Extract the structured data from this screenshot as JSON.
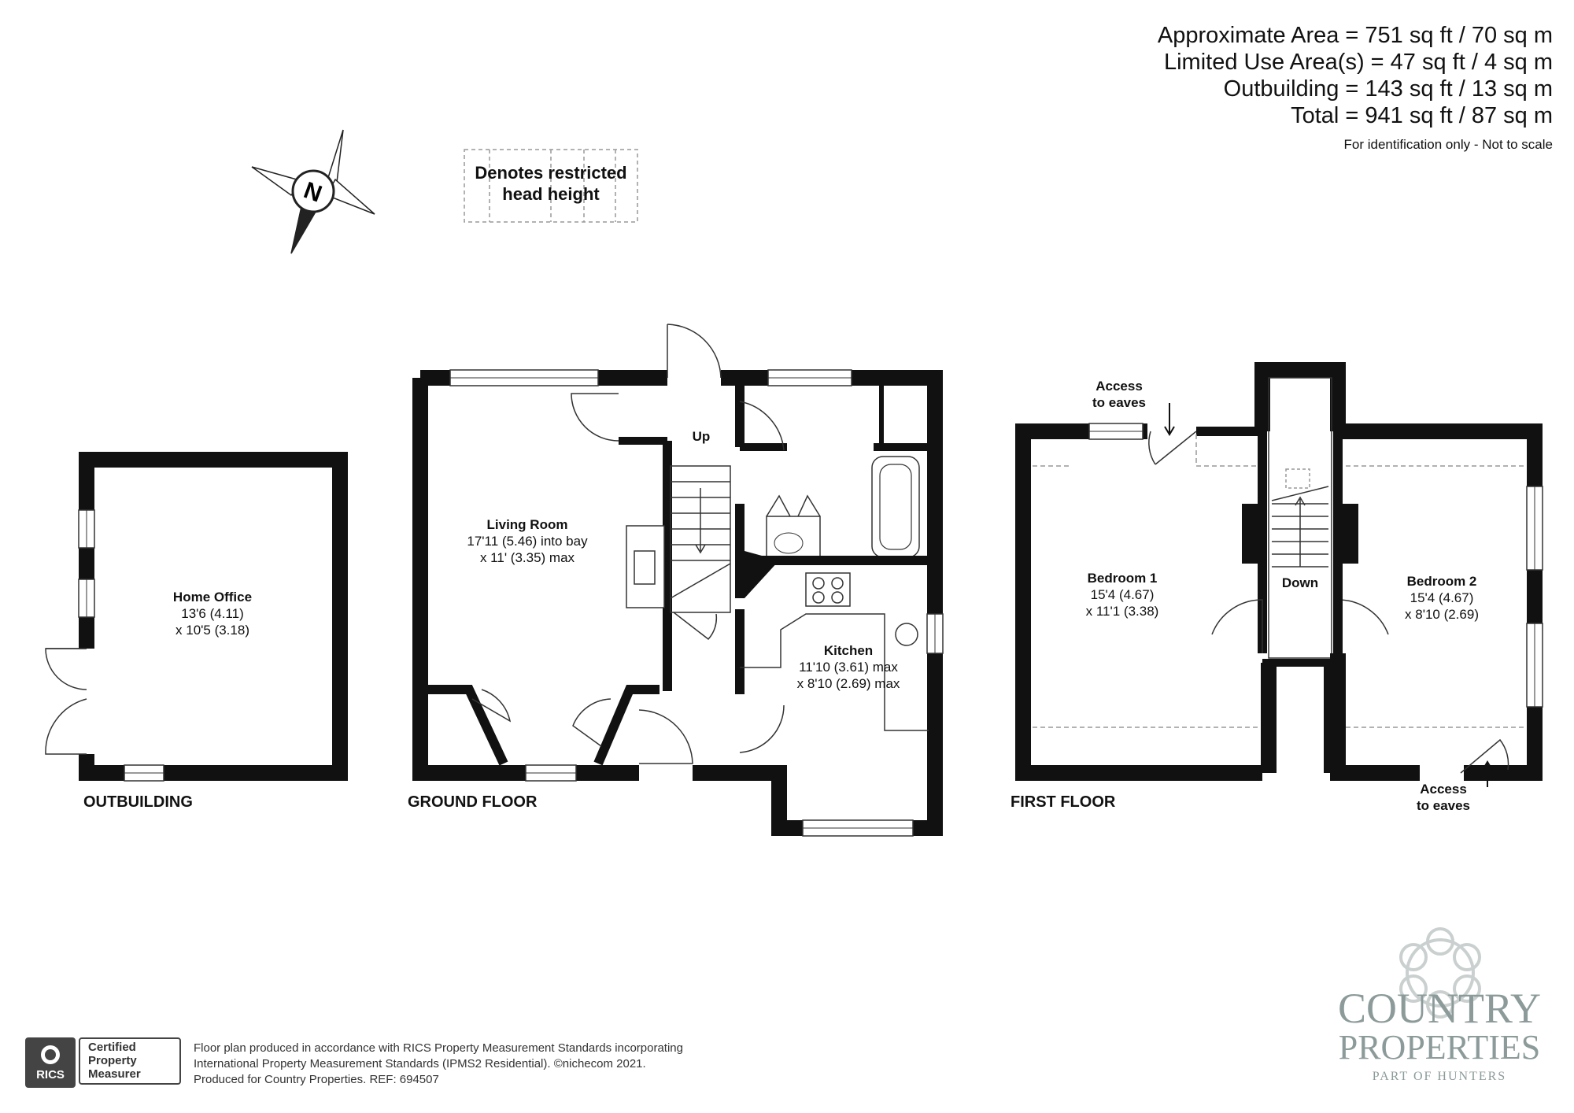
{
  "areas": {
    "approximate": "Approximate Area = 751 sq ft / 70 sq m",
    "limited_use": "Limited Use Area(s) = 47 sq ft / 4 sq m",
    "outbuilding": "Outbuilding = 143 sq ft / 13 sq m",
    "total": "Total = 941 sq ft / 87 sq m",
    "note": "For identification only - Not to scale"
  },
  "compass": {
    "letter": "N"
  },
  "legend": {
    "line1": "Denotes restricted",
    "line2": "head height"
  },
  "floors": {
    "outbuilding": {
      "label": "OUTBUILDING",
      "rooms": [
        {
          "name": "Home Office",
          "dim1": "13'6 (4.11)",
          "dim2": "x 10'5 (3.18)"
        }
      ]
    },
    "ground": {
      "label": "GROUND FLOOR",
      "stairs_label": "Up",
      "rooms": [
        {
          "name": "Living Room",
          "dim1": "17'11 (5.46) into bay",
          "dim2": "x 11' (3.35) max"
        },
        {
          "name": "Kitchen",
          "dim1": "11'10 (3.61) max",
          "dim2": "x 8'10 (2.69) max"
        }
      ]
    },
    "first": {
      "label": "FIRST FLOOR",
      "stairs_label": "Down",
      "access_top": {
        "line1": "Access",
        "line2": "to eaves"
      },
      "access_bottom": {
        "line1": "Access",
        "line2": "to eaves"
      },
      "rooms": [
        {
          "name": "Bedroom 1",
          "dim1": "15'4 (4.67)",
          "dim2": "x 11'1 (3.38)"
        },
        {
          "name": "Bedroom 2",
          "dim1": "15'4 (4.67)",
          "dim2": "x 8'10 (2.69)"
        }
      ]
    }
  },
  "footer": {
    "line1": "Floor plan produced in accordance with RICS Property Measurement Standards incorporating",
    "line2": "International Property Measurement Standards (IPMS2 Residential).   ©nichecom 2021.",
    "line3": "Produced for Country Properties.   REF: 694507",
    "rics_name": "RICS",
    "badge_line1": "Certified",
    "badge_line2": "Property",
    "badge_line3": "Measurer"
  },
  "brand": {
    "line1": "COUNTRY",
    "line2": "PROPERTIES",
    "line3": "PART OF HUNTERS"
  }
}
